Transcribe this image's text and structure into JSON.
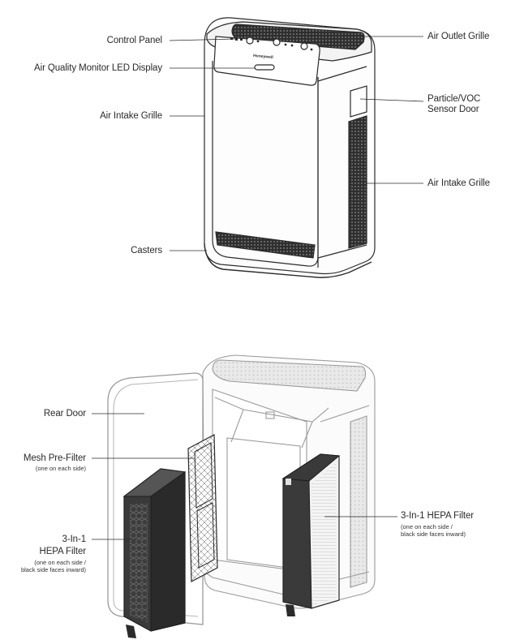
{
  "top_diagram": {
    "labels": {
      "control_panel": "Control Panel",
      "air_quality_display": "Air Quality Monitor LED Display",
      "air_intake_left": "Air Intake Grille",
      "casters": "Casters",
      "air_outlet": "Air Outlet Grille",
      "sensor_door_line1": "Particle/VOC",
      "sensor_door_line2": "Sensor Door",
      "air_intake_right": "Air Intake Grille"
    },
    "brand": "Honeywell"
  },
  "bottom_diagram": {
    "labels": {
      "rear_door": "Rear Door",
      "mesh_prefilter": "Mesh Pre-Filter",
      "mesh_prefilter_note": "(one on each side)",
      "hepa_left_line1": "3-In-1",
      "hepa_left_line2": "HEPA Filter",
      "hepa_left_note1": "(one on each side /",
      "hepa_left_note2": "black side faces inward)",
      "hepa_right": "3-In-1 HEPA Filter",
      "hepa_right_note1": "(one on each side /",
      "hepa_right_note2": "black side faces inward)"
    }
  },
  "colors": {
    "line": "#2b2b2b",
    "light_line": "#9a9a9a",
    "filter_dark": "#3a3a3a"
  }
}
